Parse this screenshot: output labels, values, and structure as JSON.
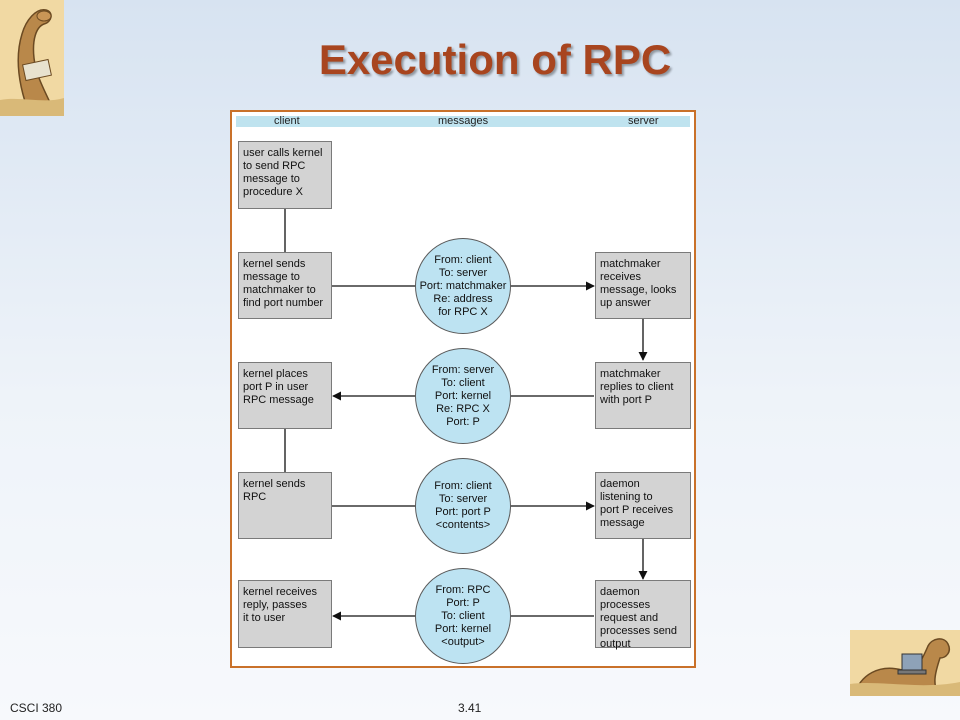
{
  "slide": {
    "title": "Execution of RPC",
    "footer_left": "CSCI 380",
    "footer_center": "3.41"
  },
  "icons": {
    "top_left": "dinosaur-reading-icon",
    "bottom_right": "dinosaur-laptop-icon"
  },
  "diagram": {
    "columns": [
      "client",
      "messages",
      "server"
    ],
    "client_steps": [
      "user calls kernel\nto send RPC\nmessage to\nprocedure X",
      "kernel sends\nmessage to\nmatchmaker to\nfind port number",
      "kernel places\nport P in user\nRPC message",
      "kernel sends\nRPC",
      "kernel receives\nreply, passes\nit to user"
    ],
    "messages": [
      "From: client\nTo: server\nPort: matchmaker\nRe: address\nfor RPC X",
      "From: server\nTo: client\nPort: kernel\nRe: RPC X\nPort: P",
      "From: client\nTo: server\nPort: port P\n<contents>",
      "From: RPC\nPort: P\nTo: client\nPort: kernel\n<output>"
    ],
    "server_steps": [
      "matchmaker\nreceives\nmessage, looks\nup answer",
      "matchmaker\nreplies to client\nwith port P",
      "daemon\nlistening to\nport P receives\nmessage",
      "daemon\nprocesses\nrequest and\nprocesses send\noutput"
    ]
  }
}
